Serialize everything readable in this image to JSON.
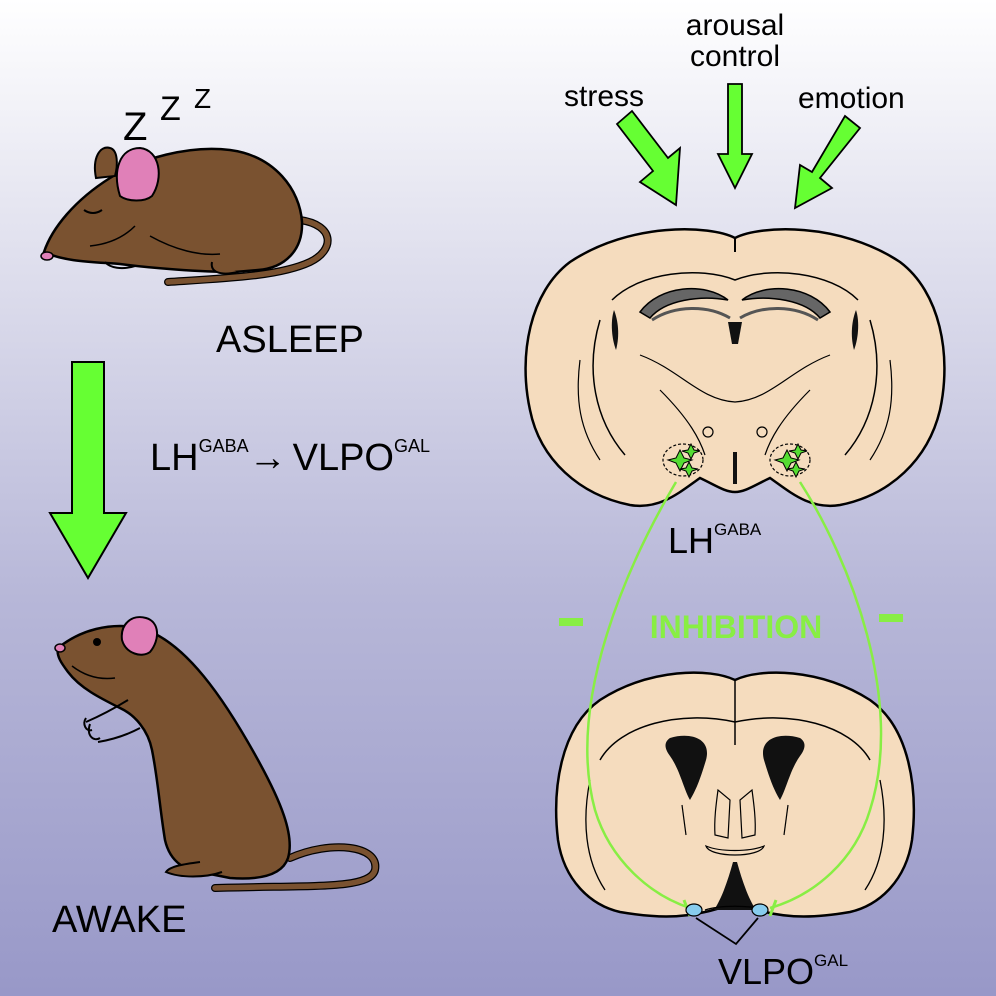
{
  "labels": {
    "asleep": "ASLEEP",
    "awake": "AWAKE",
    "sleep_z": [
      "Z",
      "Z",
      "Z"
    ],
    "pathway_lh": "LH",
    "pathway_lh_sup": "GABA",
    "pathway_arrow": "→",
    "pathway_vlpo": "VLPO",
    "pathway_vlpo_sup": "GAL",
    "stress": "stress",
    "arousal_line1": "arousal",
    "arousal_line2": "control",
    "emotion": "emotion",
    "lh": "LH",
    "lh_sup": "GABA",
    "inhibition": "INHIBITION",
    "vlpo": "VLPO",
    "vlpo_sup": "GAL"
  },
  "colors": {
    "arrow_green": "#66ff33",
    "inhibition_green": "#88ee44",
    "neuron_green": "#55dd33",
    "brain_tissue": "#f5dcbe",
    "mouse_fur": "#7a5230",
    "mouse_ear": "#e080b8",
    "vlpo_dot": "#88ccee"
  },
  "icons": {
    "sleeping_mouse": "sleeping-mouse-icon",
    "awake_mouse": "awake-mouse-icon",
    "brain_section_upper": "brain-section-icon",
    "brain_section_lower": "brain-section-icon"
  }
}
